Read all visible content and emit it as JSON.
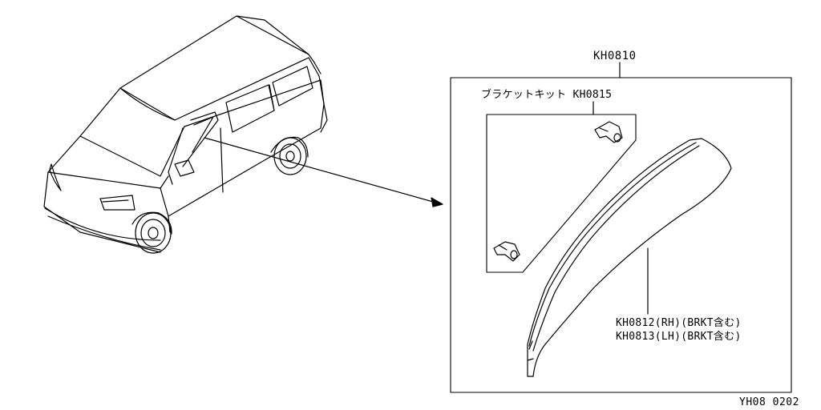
{
  "callouts": {
    "assembly": "KH0810",
    "bracket_kit": "ブラケットキット KH0815",
    "visor_rh": "KH0812(RH)(BRKT含む)",
    "visor_lh": "KH0813(LH)(BRKT含む)"
  },
  "figure_code": "YH08 0202",
  "icons": {
    "vehicle": "minivan-icon",
    "visor": "door-visor-icon",
    "clip": "bracket-clip-icon",
    "arrow": "leader-arrow-icon"
  }
}
